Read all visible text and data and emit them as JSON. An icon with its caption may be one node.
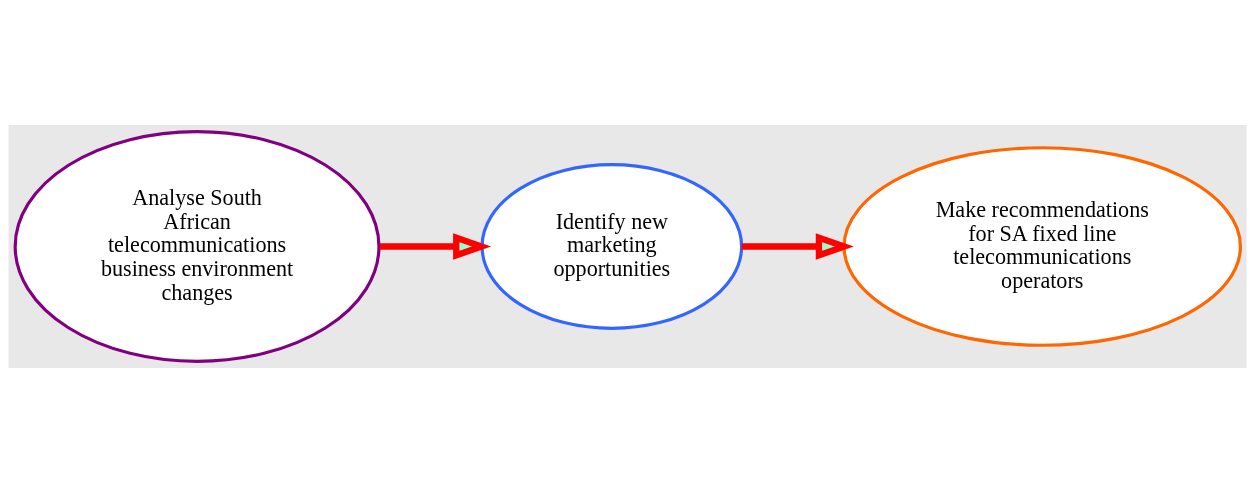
{
  "diagram": {
    "nodes": [
      {
        "text": [
          "Analyse South African telecommunications business environment changes"
        ]
      },
      {
        "text": [
          "Identify new marketing opportunities"
        ]
      },
      {
        "text": [
          "Make recommendations for SA fixed line telecommunications operators"
        ]
      }
    ],
    "edges": [
      {
        "from": 0,
        "to": 1,
        "arrow": "to"
      },
      {
        "from": 1,
        "to": 2,
        "arrow": "to"
      }
    ]
  }
}
